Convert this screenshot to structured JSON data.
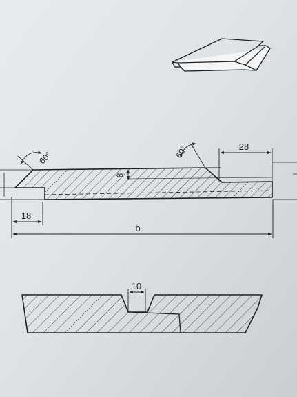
{
  "dimensions": {
    "angle_left": "60°",
    "angle_right": "60°",
    "tongue_length": "28",
    "thickness": "8",
    "rebate_length": "18",
    "overall_length": "b",
    "groove_width": "10"
  },
  "colors": {
    "paper": "#d9dee2",
    "ink": "#1f2226"
  }
}
